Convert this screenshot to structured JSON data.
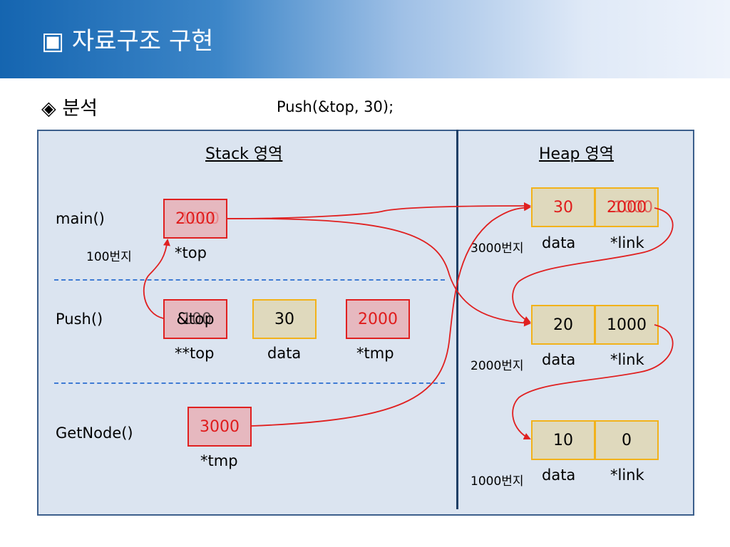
{
  "slide": {
    "title": "▣ 자료구조 구현"
  },
  "section": {
    "title": "◈ 분석",
    "call": "Push(&top, 30);"
  },
  "stack": {
    "title": "Stack 영역",
    "frames": {
      "main": "main()",
      "push": "Push()",
      "getnode": "GetNode()"
    },
    "main_top": {
      "value": "2000",
      "overwritten": "1000",
      "label": "*top",
      "address": "100번지"
    },
    "push_top": {
      "value": "&top",
      "overwritten": "100",
      "label": "**top"
    },
    "push_data": {
      "value": "30",
      "label": "data"
    },
    "push_tmp": {
      "value": "2000",
      "label": "*tmp"
    },
    "getnode_tmp": {
      "value": "3000",
      "label": "*tmp"
    }
  },
  "heap": {
    "title": "Heap 영역",
    "nodes": [
      {
        "address": "3000번지",
        "data": "30",
        "link": "2000",
        "link_overwritten": "1000",
        "data_label": "data",
        "link_label": "*link"
      },
      {
        "address": "2000번지",
        "data": "20",
        "link": "1000",
        "data_label": "data",
        "link_label": "*link"
      },
      {
        "address": "1000번지",
        "data": "10",
        "link": "0",
        "data_label": "data",
        "link_label": "*link"
      }
    ]
  },
  "colors": {
    "pointer": "#e02020",
    "box_red_fill": "#e6b8bf",
    "box_yellow_border": "#f2b21a",
    "box_yellow_fill": "#dfd9bd",
    "panel": "#dbe4f0"
  }
}
